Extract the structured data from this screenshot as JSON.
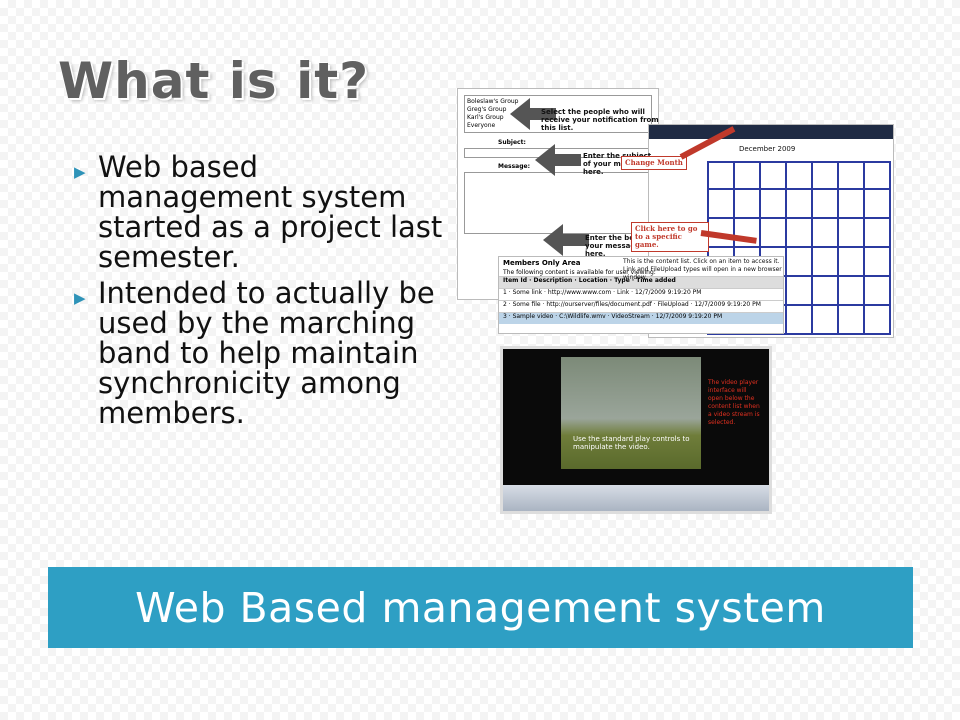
{
  "slide": {
    "title": "What is it?",
    "bullets": [
      "Web based management system started as a project last semester.",
      "Intended to actually be used by the marching band to help maintain synchronicity among members."
    ],
    "banner": "Web Based management system",
    "accent_color": "#2e9fc4",
    "bullet_icon": "arrow-right-icon"
  },
  "collage": {
    "form_groups": [
      "Boleslaw's Group",
      "Greg's Group",
      "Karl's Group",
      "Everyone"
    ],
    "form_labels": {
      "subject": "Subject:",
      "message": "Message:"
    },
    "notes": {
      "select": "Select the people who will receive your notification from this list.",
      "subject": "Enter the subject of your message here.",
      "body": "Enter the body of your message here.",
      "change_month": "Change Month",
      "game": "Click here to go to a specific game.",
      "content": "This is the content list. Click on an item to access it. Link and FileUpload types will open in a new browser window.",
      "video_standard": "Use the standard play controls to manipulate the video.",
      "video_player": "The video player interface will open below the content list when a video stream is selected."
    },
    "calendar_month": "December 2009",
    "table": {
      "title": "Members Only Area",
      "subtitle": "The following content is available for user viewing:",
      "headers": [
        "Item Id",
        "Description",
        "Location",
        "Type",
        "Time added"
      ],
      "rows": [
        [
          "1",
          "Some link",
          "http://www.www.com",
          "Link",
          "12/7/2009 9:19:20 PM"
        ],
        [
          "2",
          "Some file",
          "http://ourserver/files/document.pdf",
          "FileUpload",
          "12/7/2009 9:19:20 PM"
        ],
        [
          "3",
          "Sample video",
          "C:\\Wildlife.wmv",
          "VideoStream",
          "12/7/2009 9:19:20 PM"
        ]
      ]
    }
  }
}
